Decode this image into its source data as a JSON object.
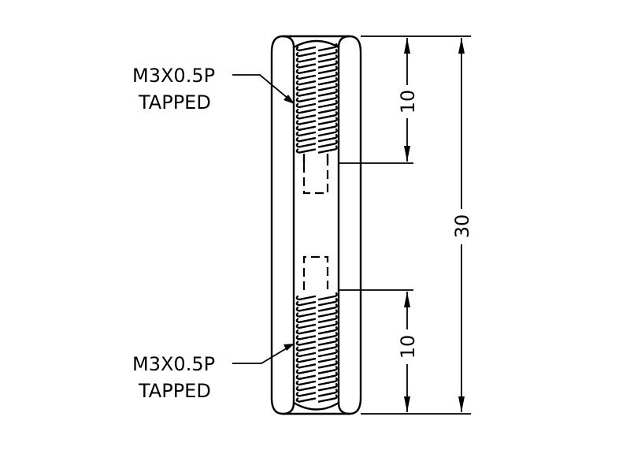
{
  "drawing": {
    "type": "threaded standoff side view",
    "colors": {
      "line": "#000000",
      "background": "#ffffff"
    }
  },
  "callouts": {
    "top": {
      "line1": "M3X0.5P",
      "line2": "TAPPED"
    },
    "bottom": {
      "line1": "M3X0.5P",
      "line2": "TAPPED"
    }
  },
  "dimensions": {
    "top_thread_depth": "10",
    "bottom_thread_depth": "10",
    "overall_length": "30"
  }
}
